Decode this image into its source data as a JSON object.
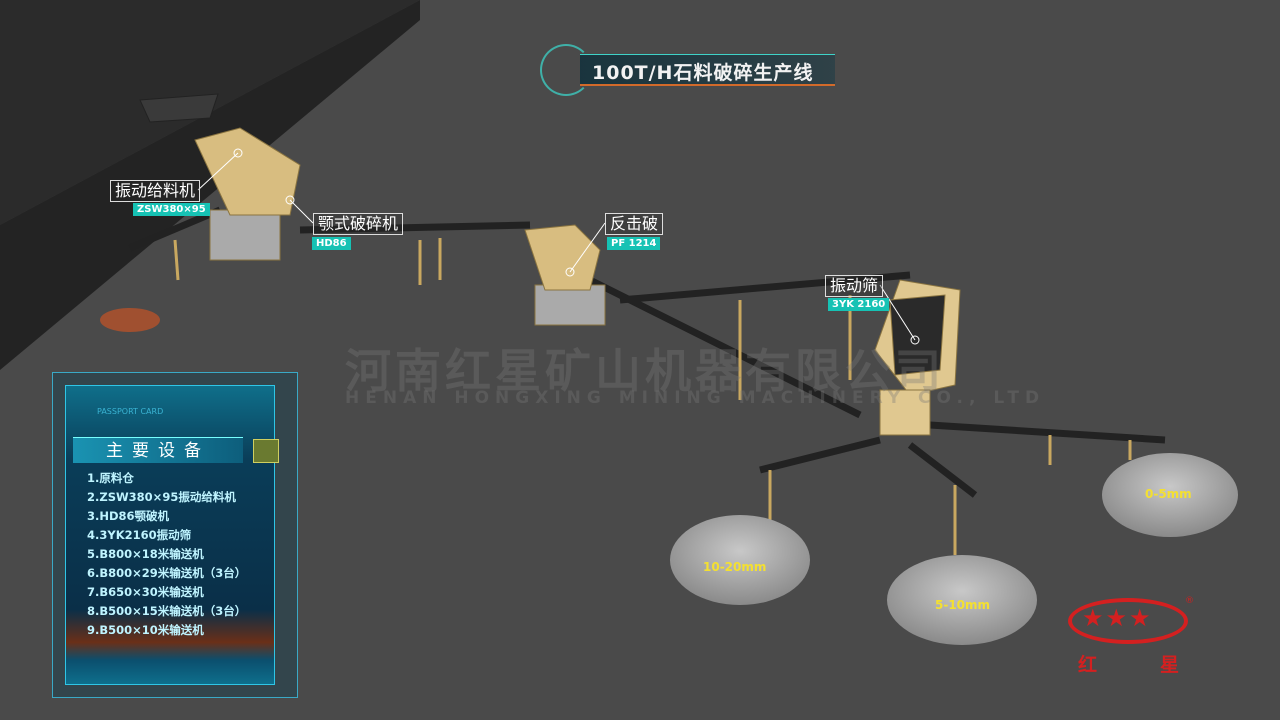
{
  "title": "100T/H石料破碎生产线",
  "equipment_labels": [
    {
      "name": "振动给料机",
      "model": "ZSW380×95"
    },
    {
      "name": "颚式破碎机",
      "model": "HD86"
    },
    {
      "name": "反击破",
      "model": "PF 1214"
    },
    {
      "name": "振动筛",
      "model": "3YK 2160"
    }
  ],
  "piles": [
    "10-20mm",
    "5-10mm",
    "0-5mm"
  ],
  "watermark": {
    "cn": "河南红星矿山机器有限公司",
    "en": "HENAN HONGXING MINING MACHINERY CO., LTD"
  },
  "panel": {
    "card_label": "PASSPORT CARD",
    "heading": "主要设备",
    "items": [
      "1.原料仓",
      "2.ZSW380×95振动给料机",
      "3.HD86颚破机",
      "4.3YK2160振动筛",
      "5.B800×18米输送机",
      "6.B800×29米输送机（3台）",
      "7.B650×30米输送机",
      "8.B500×15米输送机（3台）",
      "9.B500×10米输送机"
    ]
  },
  "logo": {
    "text_left": "红",
    "text_right": "星",
    "stars": "★★★",
    "registered": "®"
  },
  "colors": {
    "accent": "#16c2b4",
    "pile_label": "#f4e030",
    "logo": "#d42020"
  }
}
